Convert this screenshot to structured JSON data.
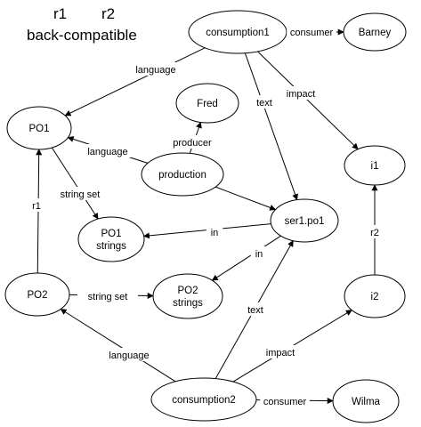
{
  "header": {
    "r1": "r1",
    "r2": "r2",
    "subtitle": "back-compatible"
  },
  "nodes": {
    "consumption1": [
      "consumption1"
    ],
    "barney": [
      "Barney"
    ],
    "po1": [
      "PO1"
    ],
    "fred": [
      "Fred"
    ],
    "production": [
      "production"
    ],
    "i1": [
      "i1"
    ],
    "po1_strings": [
      "PO1",
      "strings"
    ],
    "ser1_po1": [
      "ser1.po1"
    ],
    "po2": [
      "PO2"
    ],
    "po2_strings": [
      "PO2",
      "strings"
    ],
    "i2": [
      "i2"
    ],
    "consumption2": [
      "consumption2"
    ],
    "wilma": [
      "Wilma"
    ]
  },
  "edges": {
    "consumption1_consumer": "consumer",
    "consumption1_language": "language",
    "consumption1_text": "text",
    "consumption1_impact": "impact",
    "production_producer": "producer",
    "production_language": "language",
    "production_to_ser1": "",
    "po1_string_set": "string set",
    "ser1_in_po1": "in",
    "ser1_in_po2": "in",
    "po2_r1": "r1",
    "i2_r2": "r2",
    "po2_string_set": "string set",
    "consumption2_language": "language",
    "consumption2_text": "text",
    "consumption2_impact": "impact",
    "consumption2_consumer": "consumer"
  }
}
